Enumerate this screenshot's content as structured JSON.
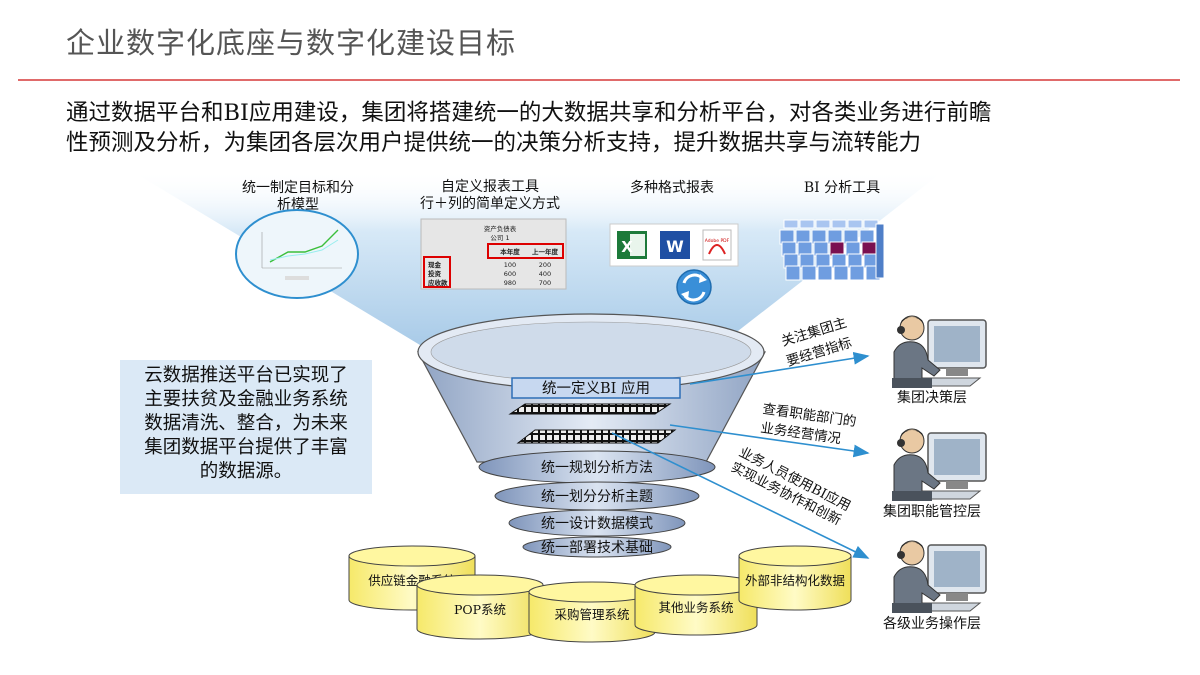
{
  "page": {
    "title": "企业数字化底座与数字化建设目标",
    "intro_line1": "通过数据平台和BI应用建设，集团将搭建统一的大数据共享和分析平台，对各类业务进行前瞻",
    "intro_line2": "性预测及分析，为集团各层次用户提供统一的决策分析支持，提升数据共享与流转能力"
  },
  "tools": {
    "target_model_line1": "统一制定目标和分",
    "target_model_line2": "析模型",
    "custom_report_line1": "自定义报表工具",
    "custom_report_line2": "行＋列的简单定义方式",
    "multi_format": "多种格式报表",
    "bi_tools": "BI 分析工具"
  },
  "report_sample": {
    "title": "资产负债表",
    "company": "公司 1",
    "col_current": "本年度",
    "col_last": "上一年度",
    "rows": [
      {
        "name": "现金",
        "current": "100",
        "last": "200"
      },
      {
        "name": "投资",
        "current": "600",
        "last": "400"
      },
      {
        "name": "应收款",
        "current": "980",
        "last": "700"
      }
    ]
  },
  "file_icons": {
    "excel": "X",
    "word": "W",
    "pdf": "Adobe PDF"
  },
  "note_box": {
    "line1": "云数据推送平台已实现了",
    "line2": "主要扶贫及金融业务系统",
    "line3": "数据清洗、整合，为未来",
    "line4": "集团数据平台提供了丰富",
    "line5": "的数据源。"
  },
  "funnel": {
    "top_label": "统一定义BI  应用",
    "layers": [
      "统一规划分析方法",
      "统一划分分析主题",
      "统一设计数据模式",
      "统一部署技术基础"
    ]
  },
  "sources": [
    "供应链金融系统",
    "POP系统",
    "采购管理系统",
    "其他业务系统",
    "外部非结构化数据"
  ],
  "arrows": {
    "a1_line1": "关注集团主",
    "a1_line2": "要经营指标",
    "a2_line1": "查看职能部门的",
    "a2_line2": "业务经营情况",
    "a3_line1": "业务人员使用BI应用",
    "a3_line2": "实现业务协作和创新"
  },
  "users": [
    "集团决策层",
    "集团职能管控层",
    "各级业务操作层"
  ],
  "colors": {
    "accent_red": "#e06a6a",
    "beam": "#bcd9f0",
    "funnel": "#b8c6dc",
    "cylinder": "#fff7a0",
    "arrow": "#2e8fcf"
  }
}
